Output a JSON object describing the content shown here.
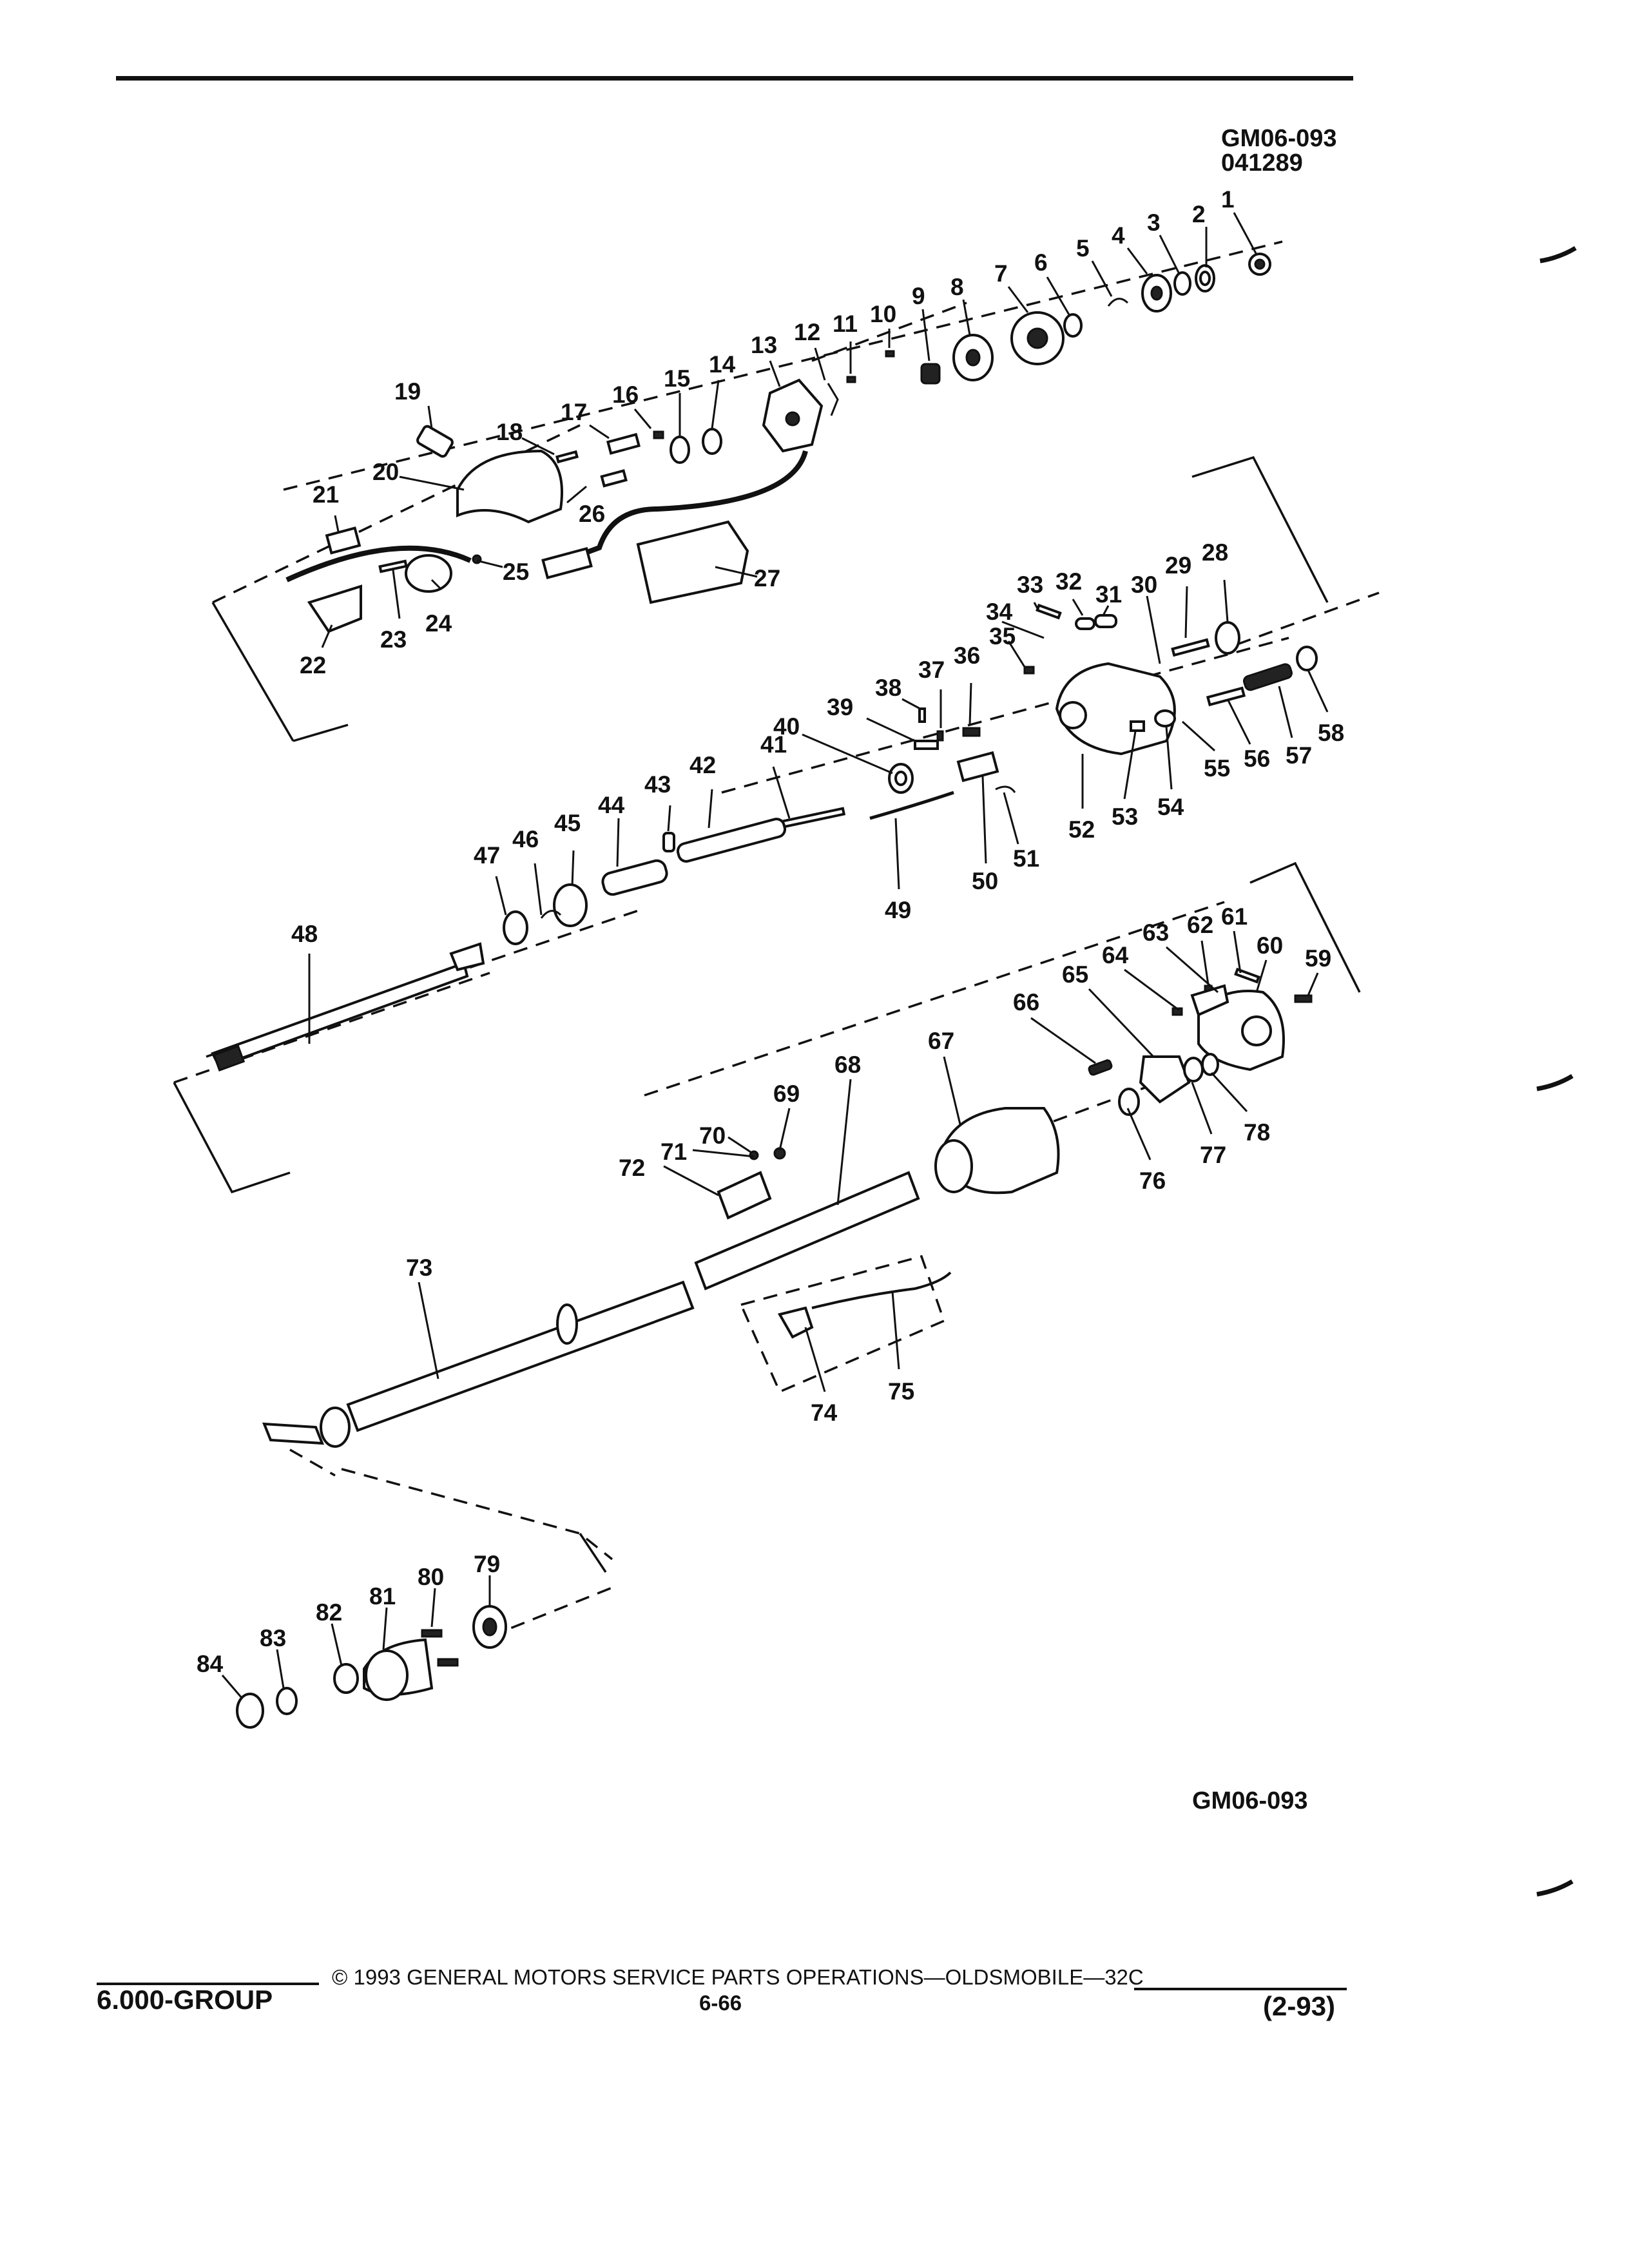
{
  "header": {
    "figure_code": "GM06-093",
    "figure_date": "041289"
  },
  "figure": {
    "bottom_code": "GM06-093",
    "callouts": [
      "1",
      "2",
      "3",
      "4",
      "5",
      "6",
      "7",
      "8",
      "9",
      "10",
      "11",
      "12",
      "13",
      "14",
      "15",
      "16",
      "17",
      "18",
      "19",
      "20",
      "21",
      "22",
      "23",
      "24",
      "25",
      "26",
      "27",
      "28",
      "29",
      "30",
      "31",
      "32",
      "33",
      "34",
      "35",
      "36",
      "37",
      "38",
      "39",
      "40",
      "41",
      "42",
      "43",
      "44",
      "45",
      "46",
      "47",
      "48",
      "49",
      "50",
      "51",
      "52",
      "53",
      "54",
      "55",
      "56",
      "57",
      "58",
      "59",
      "60",
      "61",
      "62",
      "63",
      "64",
      "65",
      "66",
      "67",
      "68",
      "69",
      "70",
      "71",
      "72",
      "73",
      "74",
      "75",
      "76",
      "77",
      "78",
      "79",
      "80",
      "81",
      "82",
      "83",
      "84"
    ]
  },
  "footer": {
    "group": "6.000-GROUP",
    "copyright": "© 1993 GENERAL MOTORS SERVICE PARTS OPERATIONS—OLDSMOBILE—32C",
    "page": "6-66",
    "revision": "(2-93)"
  }
}
